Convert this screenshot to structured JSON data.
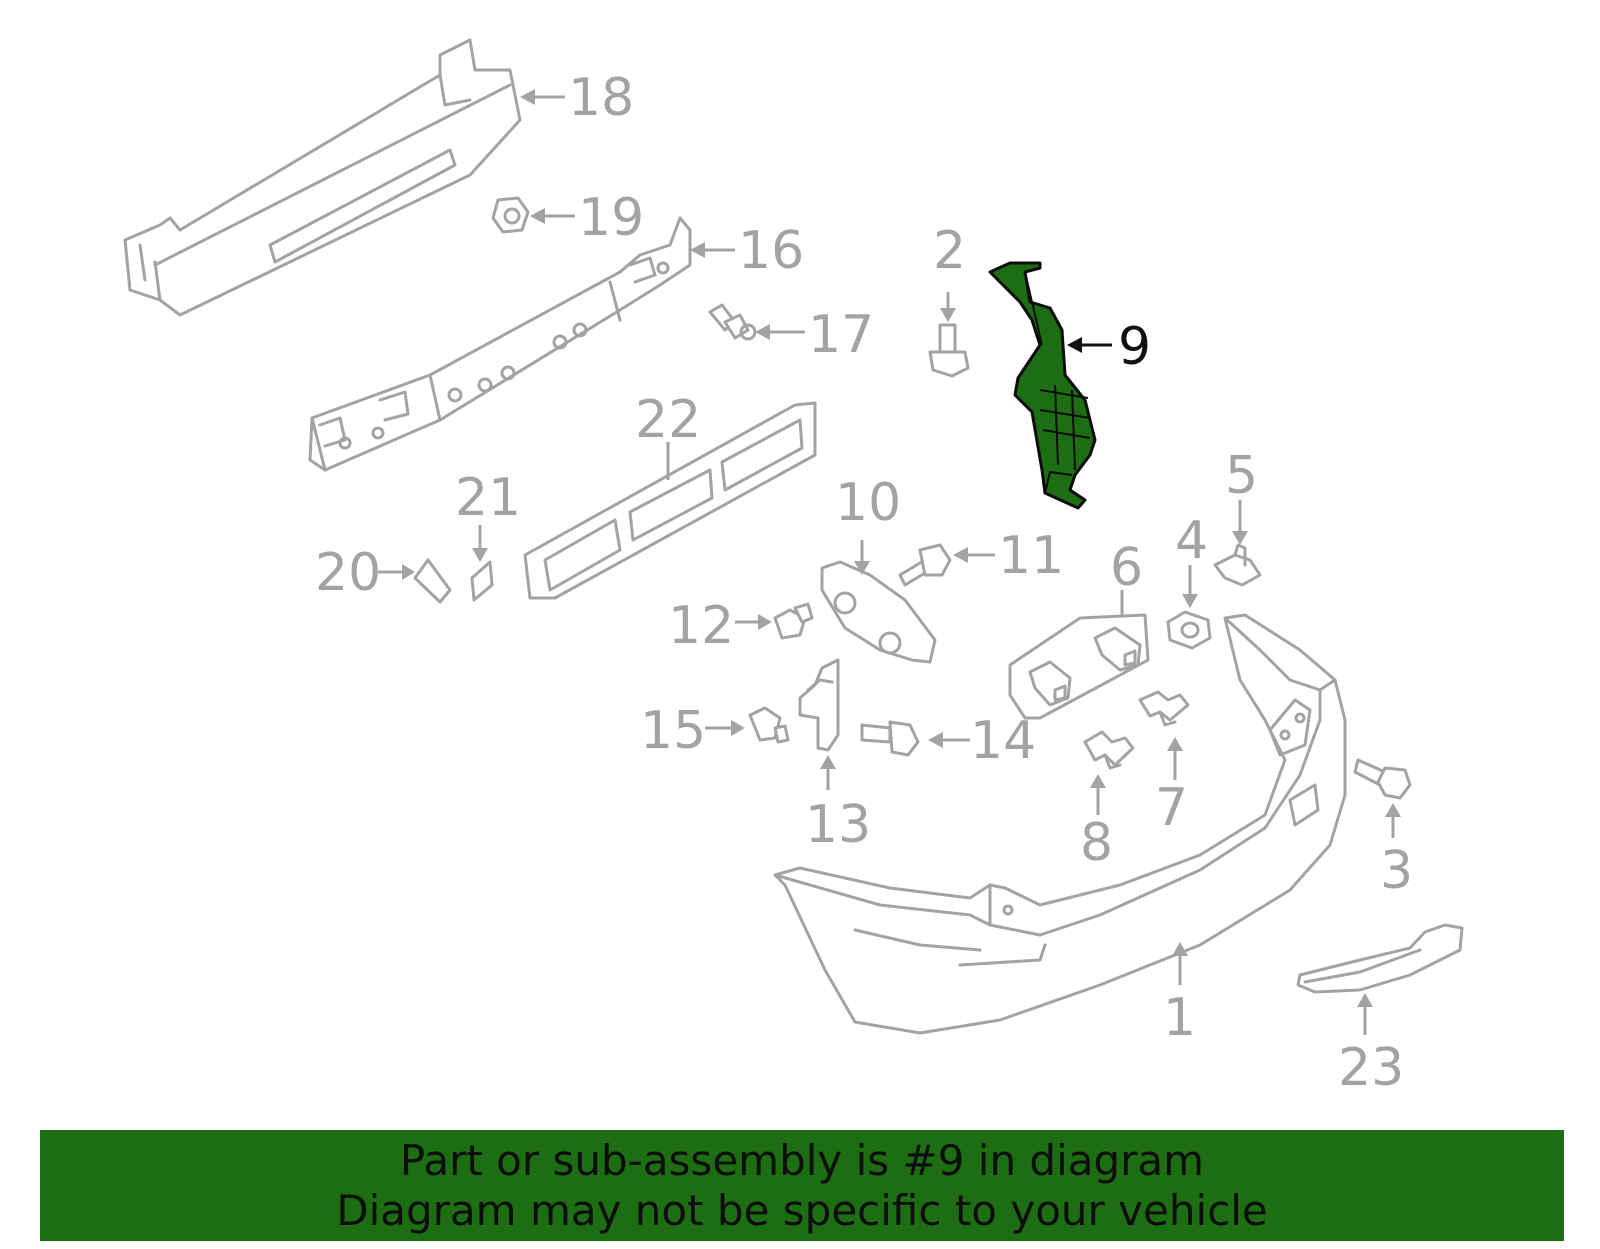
{
  "colors": {
    "highlight": "#1d6e12",
    "banner": "#1d6e12",
    "parts": "#a3a3a3",
    "highlight_label": "#111111"
  },
  "highlighted_part": "9",
  "callouts": {
    "c1": "1",
    "c2": "2",
    "c3": "3",
    "c4": "4",
    "c5": "5",
    "c6": "6",
    "c7": "7",
    "c8": "8",
    "c9": "9",
    "c10": "10",
    "c11": "11",
    "c12": "12",
    "c13": "13",
    "c14": "14",
    "c15": "15",
    "c16": "16",
    "c17": "17",
    "c18": "18",
    "c19": "19",
    "c20": "20",
    "c21": "21",
    "c22": "22",
    "c23": "23"
  },
  "banner": {
    "line1": "Part or sub-assembly is #9 in diagram",
    "line2": "Diagram may not be specific to your vehicle"
  }
}
